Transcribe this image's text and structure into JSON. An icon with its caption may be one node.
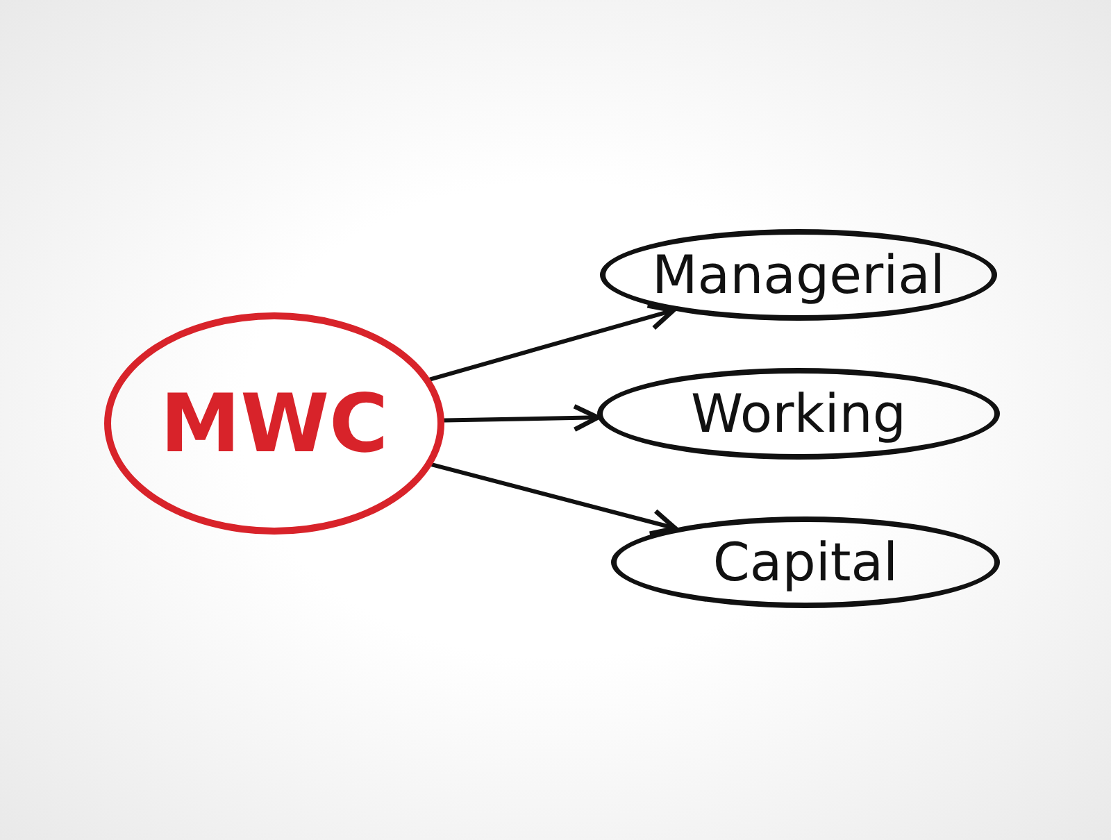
{
  "diagram": {
    "nodes": [
      {
        "text": [
          "MWC"
        ]
      },
      {
        "text": [
          "Managerial"
        ]
      },
      {
        "text": [
          "Working"
        ]
      },
      {
        "text": [
          "Capital"
        ]
      }
    ],
    "edges": [
      {
        "from": 0,
        "to": 1,
        "arrow": "to"
      },
      {
        "from": 0,
        "to": 2,
        "arrow": "to"
      },
      {
        "from": 0,
        "to": 3,
        "arrow": "to"
      }
    ]
  }
}
